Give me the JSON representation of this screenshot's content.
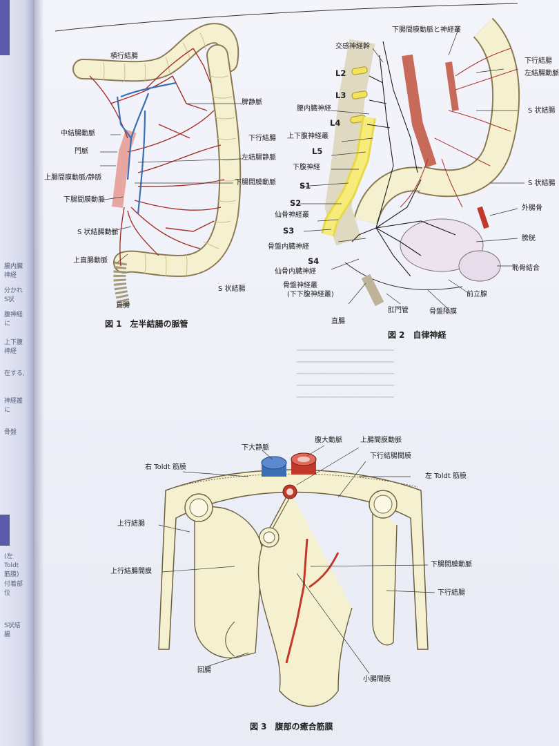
{
  "left_page": {
    "snippets": [
      "腸内臓神経",
      "分かれ S状",
      "腹神経に",
      "上下腹神経",
      "在する,",
      "神経叢に",
      "骨盤",
      "(左 Toldt 筋膜)",
      "付着部位",
      "S状結腸"
    ]
  },
  "figure1": {
    "caption": "図 1　左半結腸の脈管",
    "labels": {
      "transverse_colon": "横行結腸",
      "splenic_vein": "脾静脈",
      "middle_colic_artery": "中結腸動脈",
      "portal_vein": "門脈",
      "descending_colon": "下行結腸",
      "left_colic_vein": "左結腸静脈",
      "sma_smv": "上腸間膜動脈/静脈",
      "imv": "下腸間膜動脈",
      "ima": "下腸間膜動脈",
      "sigmoid_artery": "S 状結腸動脈",
      "superior_rectal_artery": "上直腸動脈",
      "sigmoid_colon": "S 状結腸",
      "rectum": "直腸"
    }
  },
  "figure2": {
    "caption": "図 2　自律神経",
    "labels": {
      "ima_plexus": "下腸間膜動脈と神経叢",
      "sympathetic_trunk": "交感神経幹",
      "descending_colon": "下行結腸",
      "left_colic_artery": "左結腸動脈",
      "L2": "L2",
      "L3": "L3",
      "lumbar_splanchnic": "腰内臓神経",
      "L4": "L4",
      "superior_hypogastric": "上下腹神経叢",
      "sigmoid_colon_1": "S 状結腸",
      "L5": "L5",
      "hypogastric_nerve": "下腹神経",
      "S1": "S1",
      "sigmoid_colon_2": "S 状結腸",
      "S2": "S2",
      "external_iliac": "外腸骨",
      "sacral_plexus": "仙骨神経叢",
      "S3": "S3",
      "pelvic_splanchnic": "骨盤内臓神経",
      "bladder": "膀胱",
      "S4": "S4",
      "pubic_symphysis": "恥骨結合",
      "sacral_splanchnic": "仙骨内臓神経",
      "pelvic_plexus": "骨盤神経叢",
      "inferior_hypogastric": "(下下腹神経叢)",
      "prostate": "前立腺",
      "rectum": "直腸",
      "anal_canal": "肛門管",
      "pelvic_diaphragm": "骨盤隔膜"
    }
  },
  "figure3": {
    "caption": "図 3　腹部の癒合筋膜",
    "labels": {
      "aorta": "腹大動脈",
      "sma": "上腸間膜動脈",
      "ivc": "下大静脈",
      "descending_mesocolon": "下行結腸間膜",
      "right_toldt": "右 Toldt 筋膜",
      "left_toldt": "左 Toldt 筋膜",
      "ascending_colon": "上行結腸",
      "ascending_mesocolon": "上行結腸間膜",
      "ima": "下腸間膜動脈",
      "descending_colon": "下行結腸",
      "ileum": "回腸",
      "small_mesentery": "小腸間膜"
    }
  },
  "colors": {
    "artery": "#c0392b",
    "vein": "#3a6fb5",
    "nerve": "#f2e25a",
    "colon": "#f4efcf",
    "outline": "#7a6a4a"
  }
}
